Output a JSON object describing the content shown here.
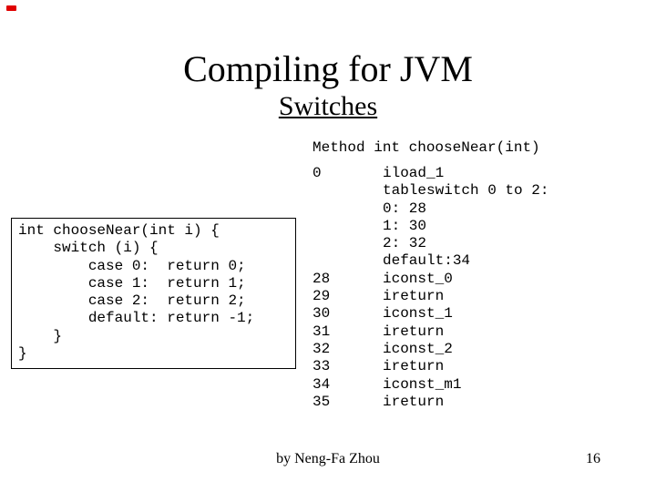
{
  "slide": {
    "title": "Compiling for JVM",
    "subtitle": "Switches",
    "colors": {
      "background": "#ffffff",
      "text": "#000000",
      "corner_mark": "#e00000"
    },
    "program": {
      "method_header": "Method int chooseNear(int)",
      "bytecode": {
        "lines": [
          {
            "label": "0",
            "instr": "iload_1"
          },
          {
            "label": "",
            "instr": "tableswitch 0 to 2:"
          },
          {
            "label": "",
            "instr": "0: 28"
          },
          {
            "label": "",
            "instr": "1: 30"
          },
          {
            "label": "",
            "instr": "2: 32"
          },
          {
            "label": "",
            "instr": "default:34"
          },
          {
            "label": "28",
            "instr": "iconst_0"
          },
          {
            "label": "29",
            "instr": "ireturn"
          },
          {
            "label": "30",
            "instr": "iconst_1"
          },
          {
            "label": "31",
            "instr": "ireturn"
          },
          {
            "label": "32",
            "instr": "iconst_2"
          },
          {
            "label": "33",
            "instr": "ireturn"
          },
          {
            "label": "34",
            "instr": "iconst_m1"
          },
          {
            "label": "35",
            "instr": "ireturn"
          }
        ]
      },
      "source_code": "int chooseNear(int i) {\n    switch (i) {\n        case 0:  return 0;\n        case 1:  return 1;\n        case 2:  return 2;\n        default: return -1;\n    }\n}"
    },
    "footer": {
      "author": "by Neng-Fa Zhou",
      "page_number": "16"
    }
  }
}
